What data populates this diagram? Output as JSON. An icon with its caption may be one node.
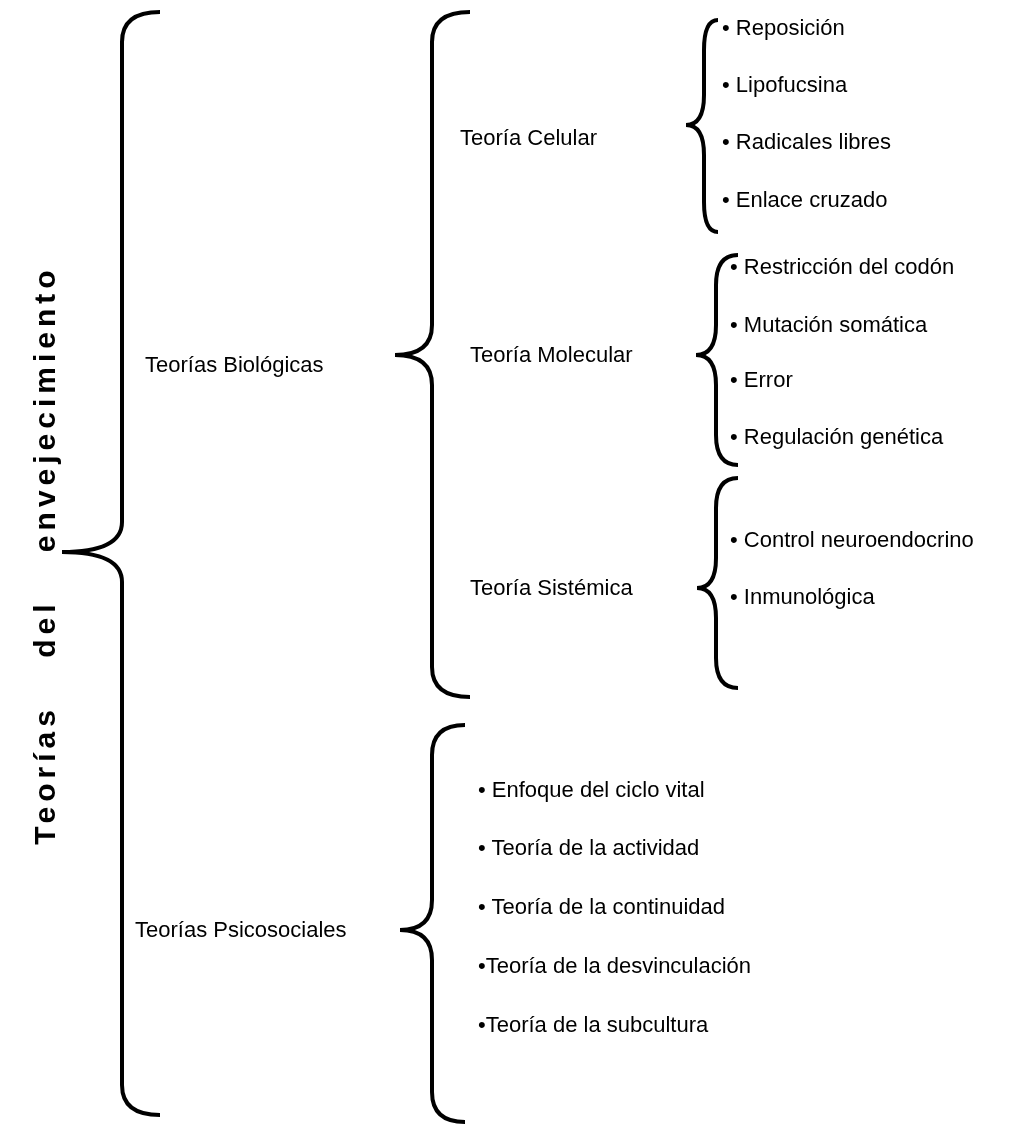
{
  "diagram": {
    "labels": [
      "Teorías del envejecimiento",
      "Teorías Biológicas",
      "Teoría Celular",
      "• Reposición",
      "• Lipofucsina",
      "• Radicales libres",
      "• Enlace cruzado",
      "Teoría Molecular",
      "• Restricción del codón",
      "• Mutación somática",
      "• Error",
      "• Regulación genética",
      "Teoría Sistémica",
      "• Control neuroendocrino",
      "• Inmunológica",
      "Teorías Psicosociales",
      "•  Enfoque del ciclo vital",
      "• Teoría de la actividad",
      "• Teoría de la continuidad",
      "•Teoría de la desvinculación",
      "•Teoría de la subcultura"
    ]
  }
}
